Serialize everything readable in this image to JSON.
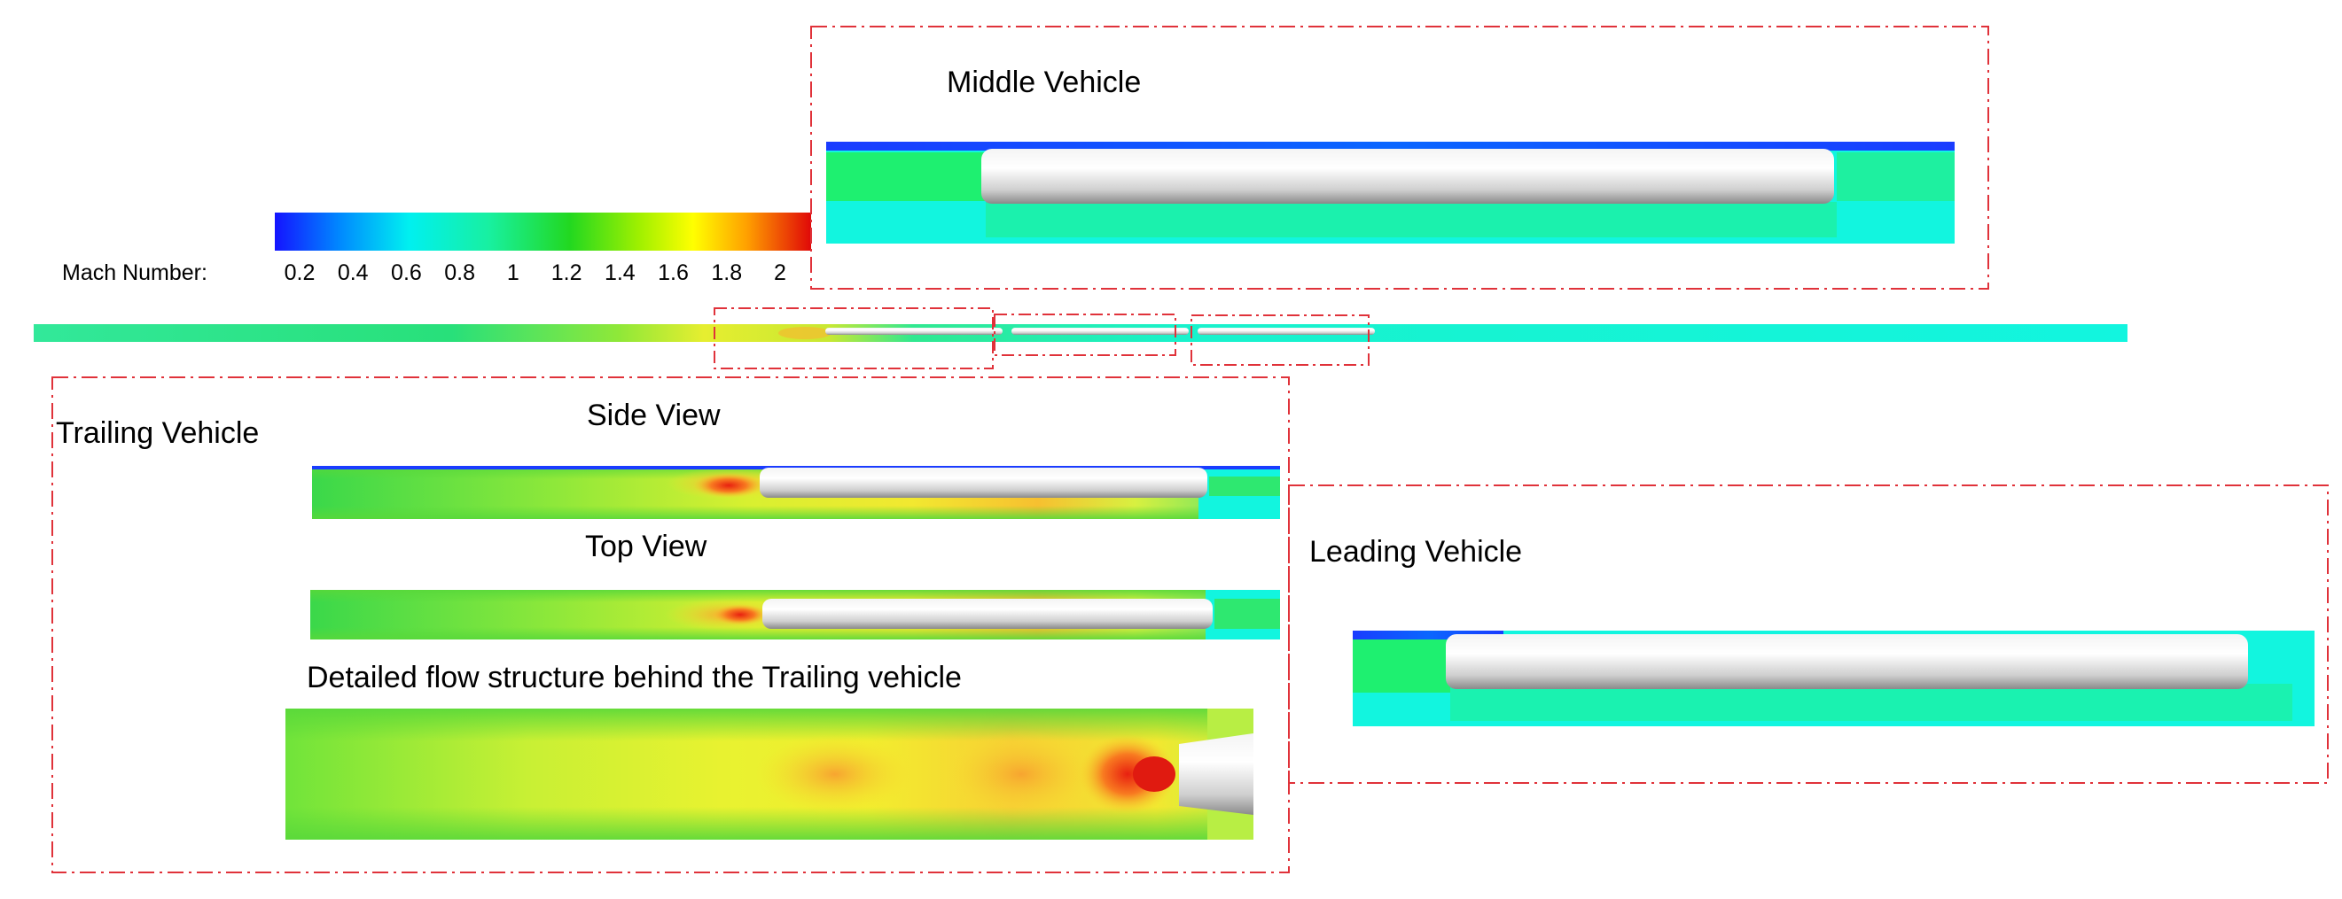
{
  "colorbar": {
    "label": "Mach Number:",
    "ticks": [
      "0.2",
      "0.4",
      "0.6",
      "0.8",
      "1",
      "1.2",
      "1.4",
      "1.6",
      "1.8",
      "2"
    ],
    "colors": [
      "#1a1aff",
      "#00aaff",
      "#00ffee",
      "#22f07a",
      "#2cdc1e",
      "#aaf000",
      "#ffff00",
      "#ffaa00",
      "#ff5a00",
      "#e01010"
    ]
  },
  "panels": {
    "middle_title": "Middle Vehicle",
    "trailing_title": "Trailing Vehicle",
    "side_view": "Side View",
    "top_view": "Top View",
    "detail_title": "Detailed flow structure behind the Trailing vehicle",
    "leading_title": "Leading Vehicle"
  },
  "colors": {
    "frame": "#e0323a",
    "vehicle": "#d9d9d9",
    "flow_cyan": "#12f5df",
    "flow_green": "#18ea6a",
    "flow_yellow": "#e8f030"
  }
}
